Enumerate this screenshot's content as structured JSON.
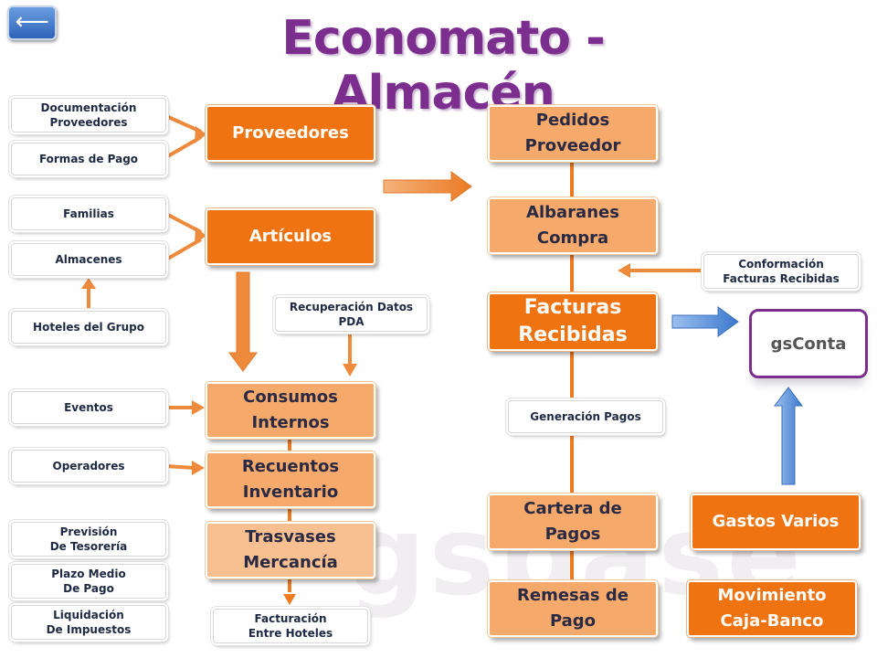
{
  "title": "Economato - Almacén",
  "back_glyph": "⟵",
  "watermark": "gsbase",
  "nodes": {
    "doc_proveedores": "Documentación\nProveedores",
    "formas_pago": "Formas de Pago",
    "familias": "Familias",
    "almacenes": "Almacenes",
    "hoteles_grupo": "Hoteles del Grupo",
    "eventos": "Eventos",
    "operadores": "Operadores",
    "prevision": "Previsión\nDe Tesorería",
    "plazo_medio": "Plazo Medio\nDe Pago",
    "liquidacion": "Liquidación\nDe Impuestos",
    "proveedores": "Proveedores",
    "articulos": "Artículos",
    "recuperacion": "Recuperación Datos\nPDA",
    "consumos": "Consumos\nInternos",
    "recuentos": "Recuentos\nInventario",
    "trasvases": "Trasvases\nMercancía",
    "facturacion": "Facturación\nEntre Hoteles",
    "pedidos": "Pedidos\nProveedor",
    "albaranes": "Albaranes\nCompra",
    "facturas": "Facturas\nRecibidas",
    "generacion": "Generación Pagos",
    "cartera": "Cartera de\nPagos",
    "remesas": "Remesas de\nPago",
    "conformacion": "Conformación\nFacturas Recibidas",
    "gsconta": "gsConta",
    "gastos": "Gastos Varios",
    "movimiento": "Movimiento\nCaja-Banco"
  },
  "colors": {
    "title": "#7b2e8e",
    "orange": "#f07311",
    "light_orange": "#f5a96a",
    "arrow_orange": "#ee8a3c",
    "arrow_blue": "#4a86d4"
  }
}
